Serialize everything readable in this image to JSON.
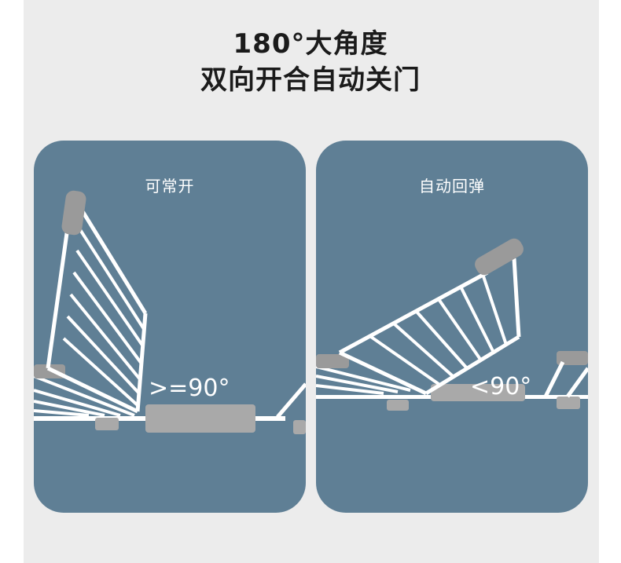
{
  "heading": {
    "line1": "180°大角度",
    "line2": "双向开合自动关门"
  },
  "panels": [
    {
      "label": "可常开",
      "angle": ">=90°"
    },
    {
      "label": "自动回弹",
      "angle": "<90°"
    }
  ],
  "colors": {
    "panel": "#5f7f95",
    "background": "#ececec",
    "gate": "#ffffff",
    "hinge": "#9a9a9a"
  }
}
